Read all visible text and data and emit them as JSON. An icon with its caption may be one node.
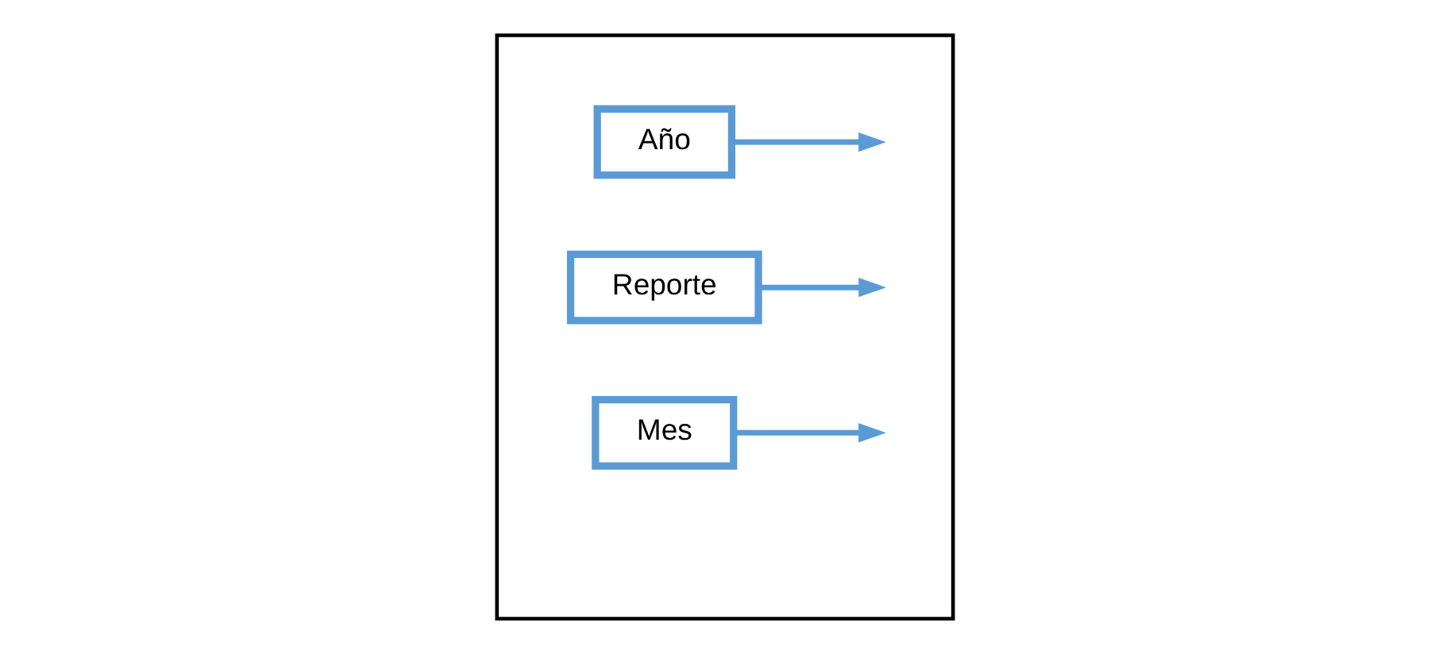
{
  "diagram": {
    "nodes": [
      {
        "text": [],
        "shape": "box"
      },
      {
        "text": [
          "Año"
        ],
        "in": 0
      },
      {
        "text": [
          "Reporte"
        ],
        "in": 0
      },
      {
        "text": [
          "Mes"
        ],
        "in": 0
      }
    ],
    "edges": [
      {
        "from": 1,
        "to": null,
        "arrow": "to"
      },
      {
        "from": 2,
        "to": null,
        "arrow": "to"
      },
      {
        "from": 3,
        "to": null,
        "arrow": "to"
      }
    ]
  }
}
